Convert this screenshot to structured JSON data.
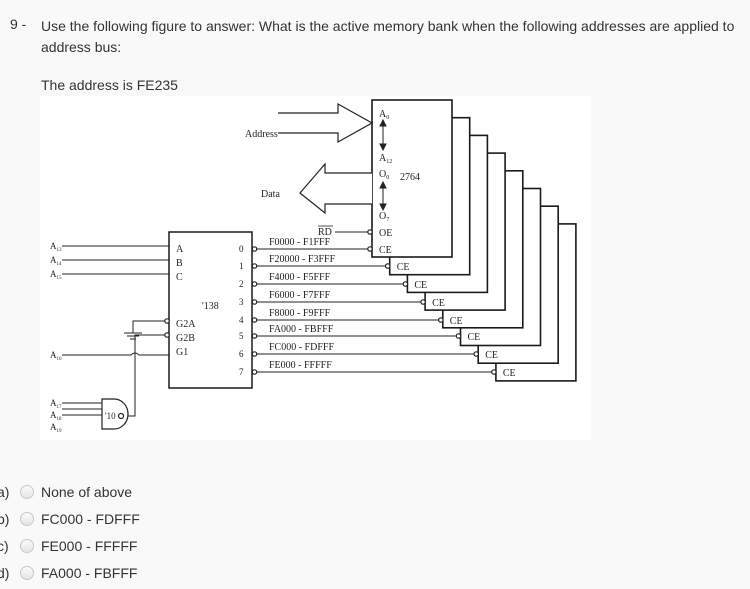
{
  "question": {
    "number": "9 -",
    "text": "Use the following figure to answer: What is the active memory bank when the following addresses are applied to address bus:",
    "address_line": "The address is FE235"
  },
  "figure": {
    "bus_labels": {
      "address": "Address",
      "data": "Data"
    },
    "memory_chip": {
      "part": "2764",
      "pins": {
        "a0": "A",
        "a0_sub": "0",
        "a12": "A",
        "a12_sub": "12",
        "o0": "O",
        "o0_sub": "0",
        "o7": "O",
        "o7_sub": "7",
        "oe": "OE",
        "ce": "CE"
      },
      "rd_label": "RD",
      "ce_label": "CE"
    },
    "decoder": {
      "part": "'138",
      "inputs": [
        "A",
        "B",
        "C"
      ],
      "enables": [
        "G2A",
        "G2B",
        "G1"
      ],
      "outputs": [
        "0",
        "1",
        "2",
        "3",
        "4",
        "5",
        "6",
        "7"
      ]
    },
    "address_lines": {
      "a13": "A",
      "a13_sub": "13",
      "a14": "A",
      "a14_sub": "14",
      "a15": "A",
      "a15_sub": "15",
      "a16": "A",
      "a16_sub": "16",
      "a17": "A",
      "a17_sub": "17",
      "a18": "A",
      "a18_sub": "18",
      "a19": "A",
      "a19_sub": "19"
    },
    "nand_gate": {
      "part": "'10"
    },
    "ranges": [
      "F0000 - F1FFF",
      "F20000 - F3FFF",
      "F4000 - F5FFF",
      "F6000 - F7FFF",
      "F8000 - F9FFF",
      "FA000 - FBFFF",
      "FC000 - FDFFF",
      "FE000 - FFFFF"
    ]
  },
  "options": [
    {
      "letter": "a)",
      "label": "None of above"
    },
    {
      "letter": "b)",
      "label": "FC000 - FDFFF"
    },
    {
      "letter": "c)",
      "label": "FE000 - FFFFF"
    },
    {
      "letter": "d)",
      "label": "FA000 - FBFFF"
    }
  ]
}
